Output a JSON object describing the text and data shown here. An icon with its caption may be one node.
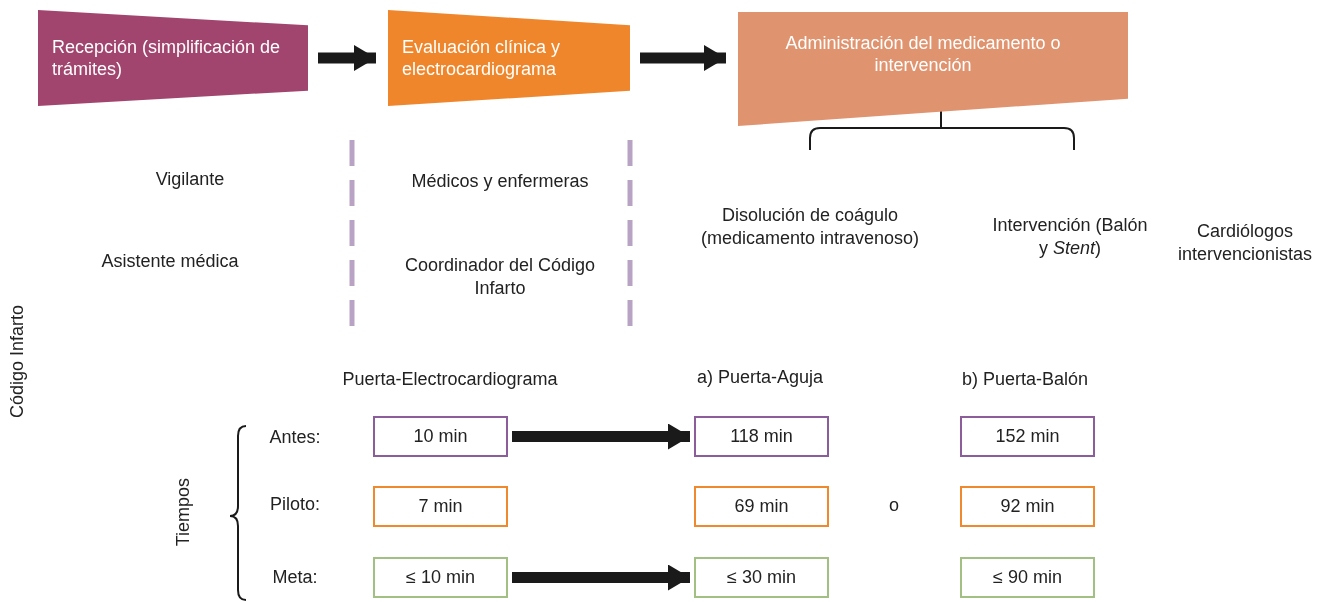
{
  "diagram": {
    "nodes": [
      {
        "text": [
          "Recepción (simplificación de trámites)"
        ]
      },
      {
        "text": [
          "Evaluación clínica y electrocardiograma"
        ]
      },
      {
        "text": [
          "Administración del medicamento o intervención"
        ]
      },
      {
        "text": [
          "10 min"
        ]
      },
      {
        "text": [
          "118 min"
        ]
      },
      {
        "text": [
          "152 min"
        ]
      },
      {
        "text": [
          "7 min"
        ]
      },
      {
        "text": [
          "69 min"
        ]
      },
      {
        "text": [
          "92 min"
        ]
      },
      {
        "text": [
          "≤ 10 min"
        ]
      },
      {
        "text": [
          "≤ 30 min"
        ]
      },
      {
        "text": [
          "≤ 90 min"
        ]
      }
    ],
    "edges": [
      {
        "from": 0,
        "to": 1,
        "arrow": "to"
      },
      {
        "from": 1,
        "to": 2,
        "arrow": "to"
      },
      {
        "from": 3,
        "to": 4,
        "arrow": "to"
      },
      {
        "from": 9,
        "to": 10,
        "arrow": "to"
      }
    ],
    "labels": [
      "Vigilante",
      "Médicos y enfermeras",
      "Asistente médica",
      "Coordinador del Código Infarto",
      "Disolución de coágulo (medicamento intravenoso)",
      "Intervención (Balón y *Stent*)",
      "Cardiólogos intervencionistas",
      "Código Infarto",
      "Puerta-Electrocardiograma",
      "a) Puerta-Aguja",
      "b) Puerta-Balón",
      "Tiempos",
      "Antes:",
      "Piloto:",
      "o",
      "Meta:"
    ]
  }
}
